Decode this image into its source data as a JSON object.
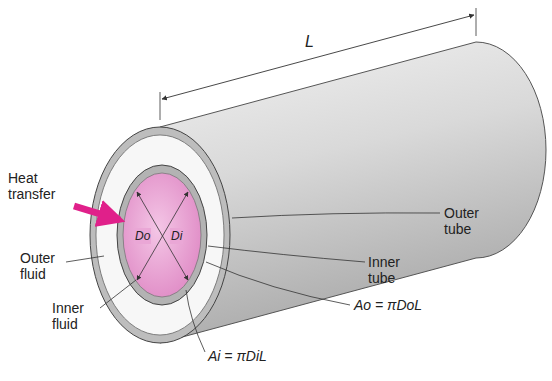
{
  "diagram": {
    "labels": [
      "L",
      "Heat transfer",
      "Do",
      "Di",
      "Outer tube",
      "Outer fluid",
      "Inner tube",
      "Inner fluid",
      "Ao = πDoL",
      "Ai = πDiL"
    ]
  }
}
